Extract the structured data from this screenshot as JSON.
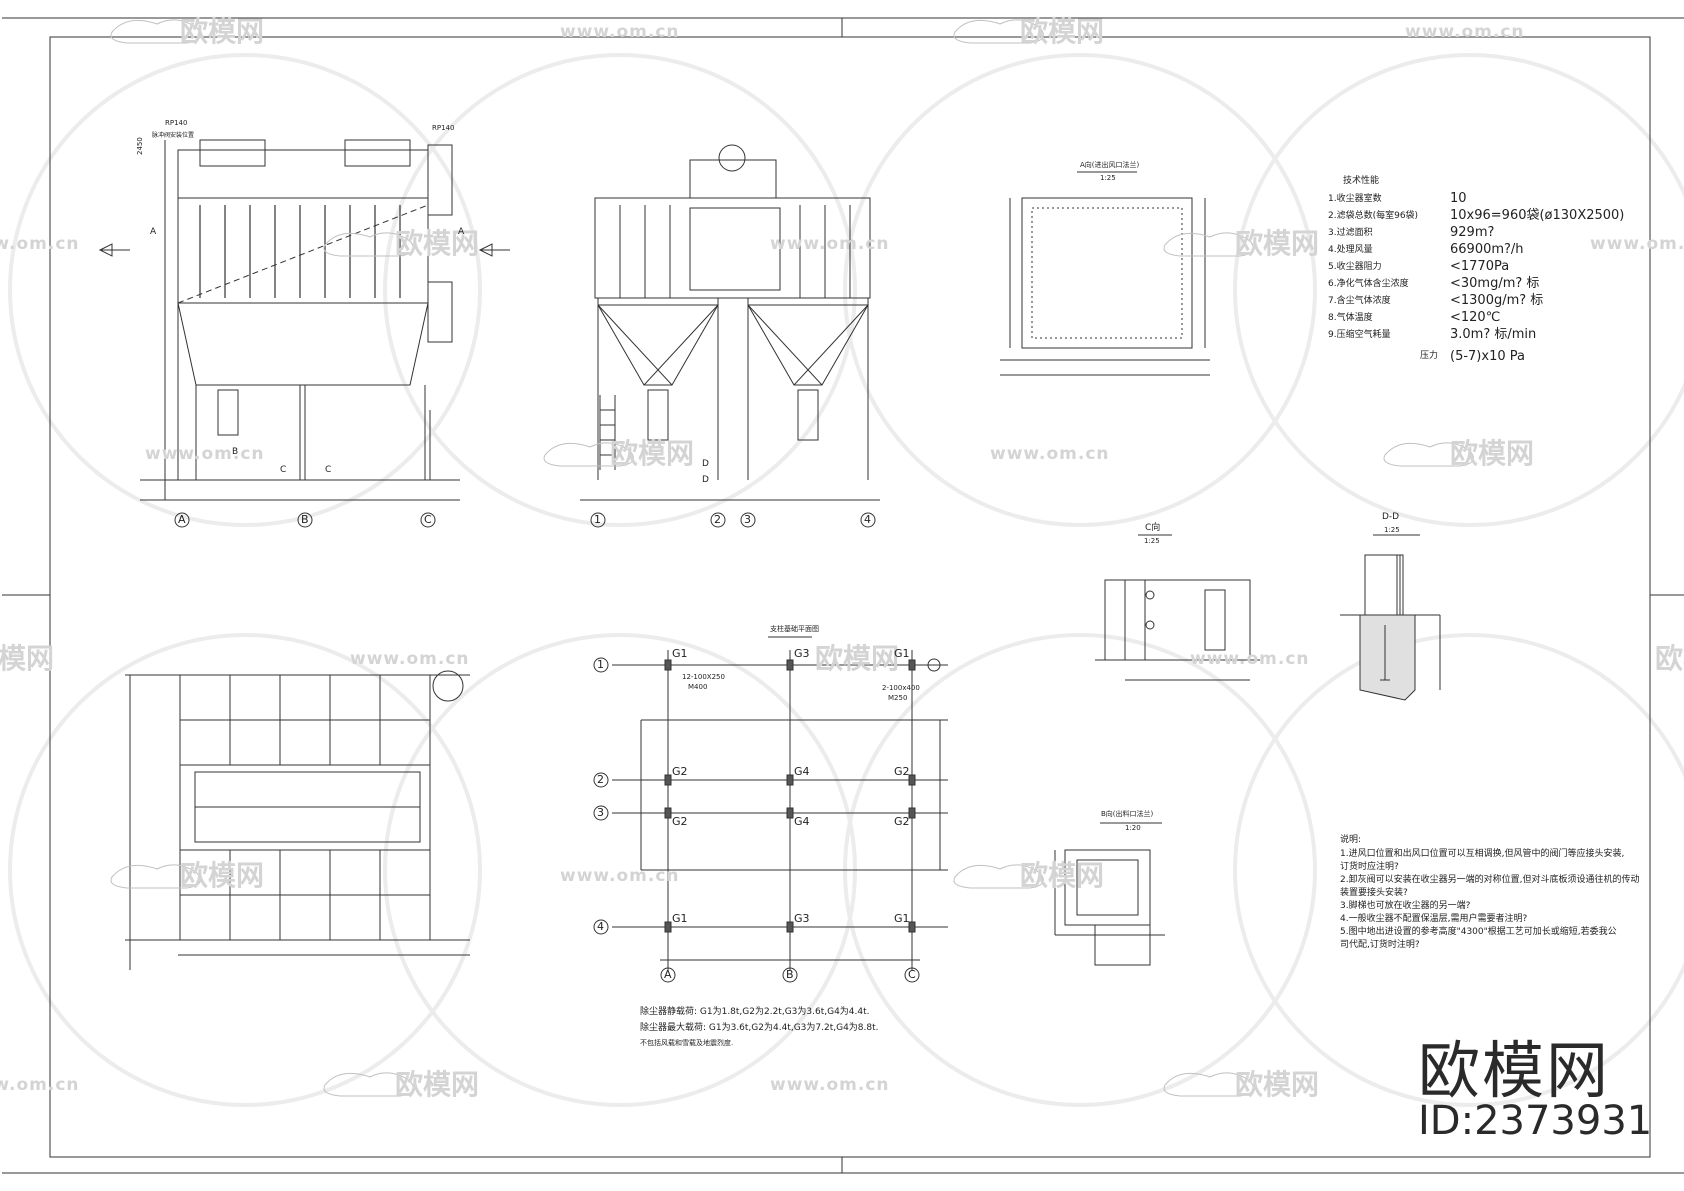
{
  "drawing": {
    "views": {
      "side_view": {
        "top_label_left": "RP140",
        "top_label_left_sub": "脉冲阀安装位置",
        "top_label_right": "RP140",
        "dim_height": "2450",
        "arrow_left": "A",
        "arrow_right": "A",
        "section_b": "B",
        "section_c_left": "C",
        "section_c_right": "C",
        "axes": [
          "A",
          "B",
          "C"
        ]
      },
      "front_view": {
        "section_d_top": "D",
        "section_d_bottom": "D",
        "axes": [
          "1",
          "2",
          "3",
          "4"
        ]
      },
      "view_a": {
        "title": "A向(进出风口法兰)",
        "scale": "1:25"
      },
      "view_c": {
        "title": "C向",
        "scale": "1:25"
      },
      "view_dd": {
        "title": "D-D",
        "scale": "1:25"
      },
      "view_b": {
        "title": "B向(出料口法兰)",
        "scale": "1:20"
      },
      "support_plan": {
        "title": "支柱基础平面图",
        "row_labels": [
          "1",
          "2",
          "3",
          "4"
        ],
        "col_labels": [
          "A",
          "B",
          "C"
        ],
        "nodes": [
          [
            "G1",
            "G3",
            "G1"
          ],
          [
            "G2",
            "G4",
            "G2"
          ],
          [
            "G2",
            "G4",
            "G2"
          ],
          [
            "G1",
            "G3",
            "G1"
          ]
        ],
        "embed_1": "12-100X250",
        "embed_1b": "M400",
        "embed_2": "2-100x400",
        "embed_2b": "M250",
        "load_notes": [
          "除尘器静载荷: G1为1.8t,G2为2.2t,G3为3.6t,G4为4.4t.",
          "除尘器最大载荷: G1为3.6t,G2为4.4t,G3为7.2t,G4为8.8t.",
          "不包括风载和雪载及地震烈度."
        ]
      }
    },
    "tech": {
      "title": "技术性能",
      "rows": [
        {
          "label": "1.收尘器室数",
          "value": "10"
        },
        {
          "label": "2.滤袋总数(每室96袋)",
          "value": "10x96=960袋(ø130X2500)"
        },
        {
          "label": "3.过滤面积",
          "value": "929m?"
        },
        {
          "label": "4.处理风量",
          "value": "66900m?/h"
        },
        {
          "label": "5.收尘器阻力",
          "value": "<1770Pa"
        },
        {
          "label": "6.净化气体含尘浓度",
          "value": "<30mg/m?  标"
        },
        {
          "label": "7.含尘气体浓度",
          "value": "<1300g/m?  标"
        },
        {
          "label": "8.气体温度",
          "value": "<120℃"
        },
        {
          "label": "9.压缩空气耗量",
          "value": "3.0m?  标/min"
        }
      ],
      "pressure_label": "压力",
      "pressure_value": "(5-7)x10    Pa"
    },
    "notes": {
      "title": "说明:",
      "lines": [
        "1.进风口位置和出风口位置可以互相调换,但风管中的阀门等应接头安装,",
        "   订货时应注明?",
        "2.卸灰阀可以安装在收尘器另一端的对称位置,但对斗底板须设通往机的传动",
        "   装置要接头安装?",
        "3.脚梯也可放在收尘器的另一端?",
        "4.一般收尘器不配置保温层,需用户需要者注明?",
        "5.图中地出进设置的参考高度\"4300\"根据工艺可加长或缩短,若委我公",
        "   司代配,订货时注明?"
      ]
    },
    "watermark": {
      "brand": "欧模网",
      "url": "www.om.cn",
      "id": "ID:2373931"
    }
  }
}
